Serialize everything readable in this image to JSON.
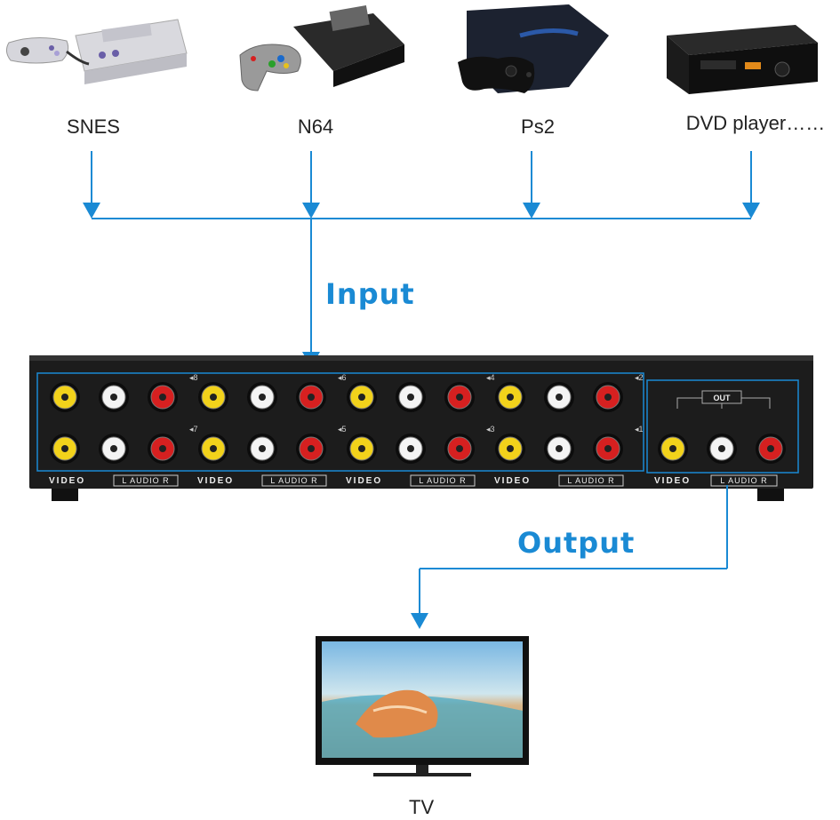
{
  "sources": [
    {
      "label": "SNES",
      "icon": "snes-console-icon"
    },
    {
      "label": "N64",
      "icon": "n64-console-icon"
    },
    {
      "label": "Ps2",
      "icon": "ps2-console-icon"
    },
    {
      "label": "DVD player……",
      "icon": "dvd-player-icon"
    }
  ],
  "input_label": "Input",
  "output_label": "Output",
  "tv_label": "TV",
  "switcher": {
    "port_numbers_top": [
      "8",
      "6",
      "4",
      "2"
    ],
    "port_numbers_bottom": [
      "7",
      "5",
      "3",
      "1"
    ],
    "group_video_label": "VIDEO",
    "group_audio_label": "L AUDIO R",
    "out_label": "OUT"
  },
  "colors": {
    "accent": "#1a8ad4",
    "device_body": "#1c1c1c",
    "rca_yellow": "#f2d21b",
    "rca_white": "#f4f4f4",
    "rca_red": "#d62020"
  }
}
